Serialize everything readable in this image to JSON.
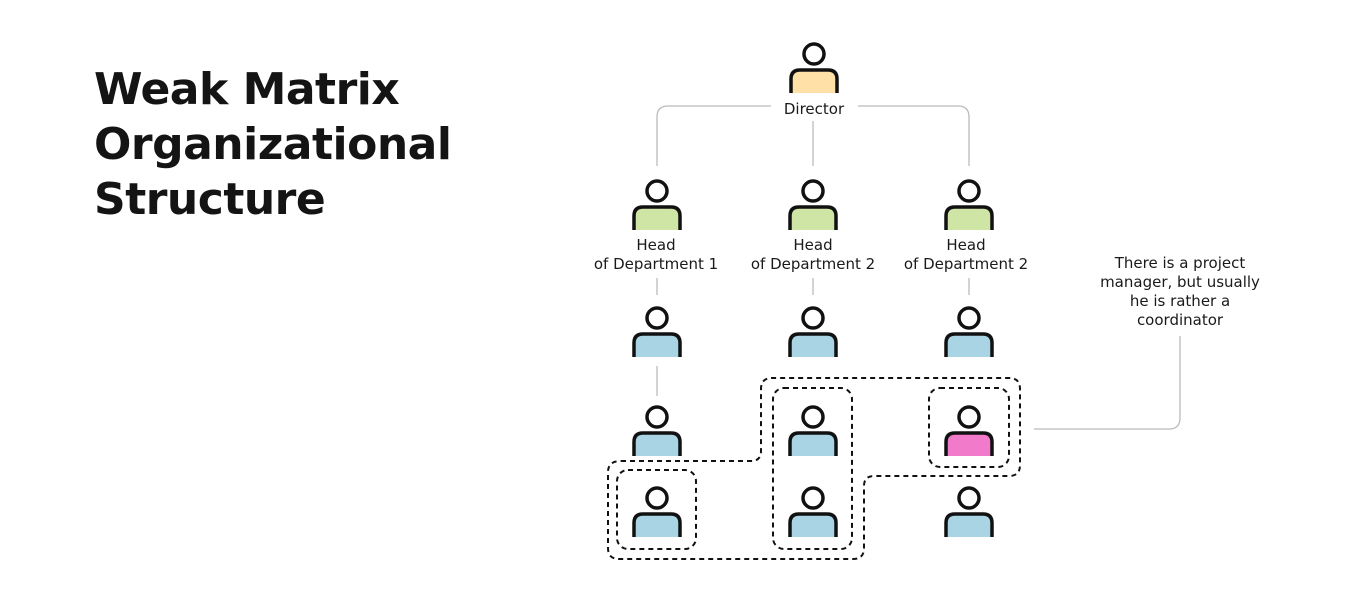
{
  "title_lines": [
    "Weak Matrix",
    "Organizational",
    "Structure"
  ],
  "director": {
    "label": "Director"
  },
  "heads": [
    {
      "line1": "Head",
      "line2": "of Department 1"
    },
    {
      "line1": "Head",
      "line2": "of Department 2"
    },
    {
      "line1": "Head",
      "line2": "of Department 2"
    }
  ],
  "note_lines": [
    "There is a project",
    "manager, but usually",
    "he is rather a",
    "coordinator"
  ],
  "colors": {
    "director": "#FFE0A6",
    "head": "#CFE5A5",
    "staff": "#A9D4E3",
    "project_manager": "#F27ACB",
    "outline": "#111111",
    "connector": "#BBBBBB"
  }
}
